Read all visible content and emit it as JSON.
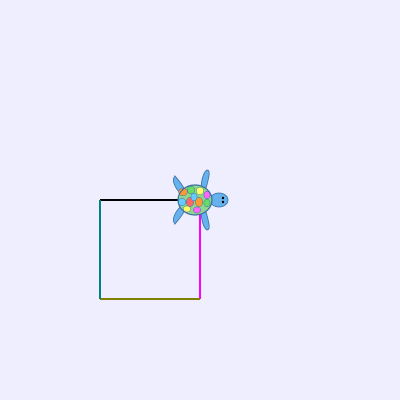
{
  "canvas": {
    "background": "#eeeefe"
  },
  "path": {
    "segments": [
      {
        "name": "segment-top",
        "color": "#000000"
      },
      {
        "name": "segment-right",
        "color": "#ff00ff"
      },
      {
        "name": "segment-bottom",
        "color": "#808000"
      },
      {
        "name": "segment-left",
        "color": "#008080"
      }
    ]
  },
  "turtle": {
    "icon": "turtle-icon",
    "heading": "east",
    "shell_colors": [
      "#ff9933",
      "#66dd66",
      "#ffff66",
      "#ff66ff",
      "#66ccff",
      "#ff6666"
    ],
    "body_color": "#66b2ee"
  }
}
